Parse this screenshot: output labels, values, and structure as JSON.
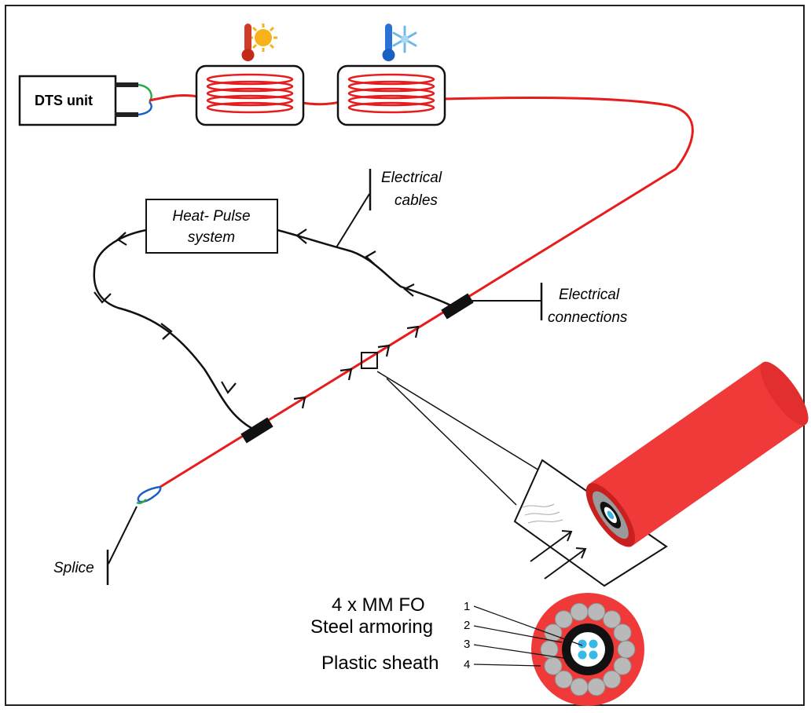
{
  "dts_unit": {
    "label": "DTS unit"
  },
  "heat_pulse": {
    "line1": "Heat- Pulse",
    "line2": "system"
  },
  "labels": {
    "electrical_cables_1": "Electrical",
    "electrical_cables_2": "cables",
    "electrical_connections_1": "Electrical",
    "electrical_connections_2": "connections",
    "splice": "Splice"
  },
  "cross_section": {
    "layers": [
      {
        "text": "4 x MM FO",
        "num": "1"
      },
      {
        "text": "Steel armoring",
        "num": "2"
      },
      {
        "text": "",
        "num": "3"
      },
      {
        "text": "Plastic sheath",
        "num": "4"
      }
    ]
  },
  "icons": {
    "warm_bath": "thermometer-sun-icon",
    "cold_bath": "thermometer-snowflake-icon"
  },
  "colors": {
    "fiber_red": "#e81c1c",
    "cable_black": "#111111",
    "splice_green": "#2aa84a",
    "splice_blue": "#1a5fc4",
    "sheath_red": "#f03a3a",
    "fo_blue": "#36b8e8"
  }
}
